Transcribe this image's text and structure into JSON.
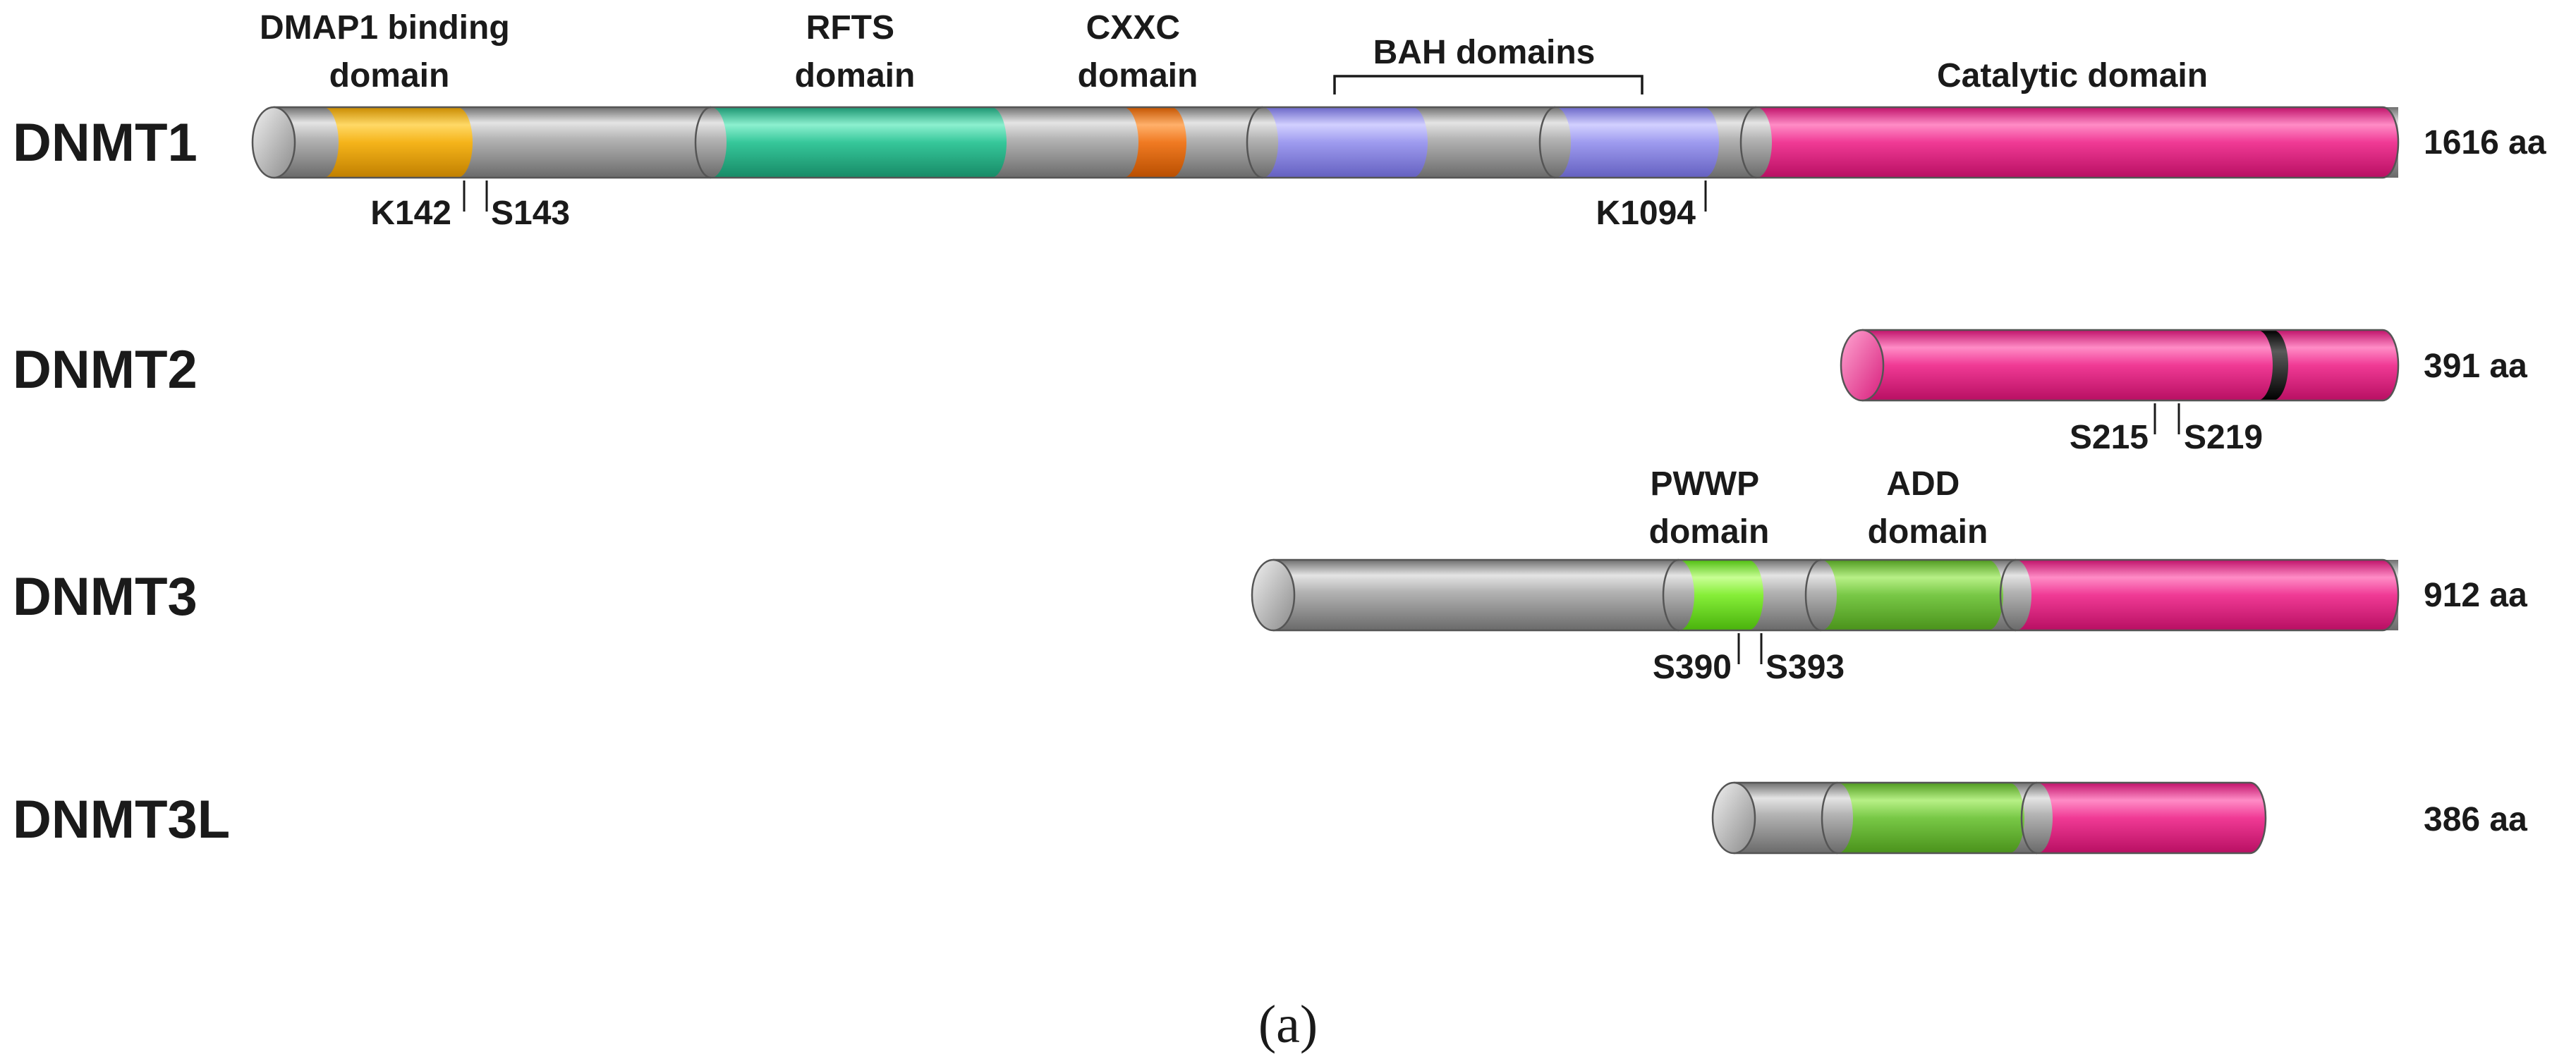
{
  "proteins": [
    {
      "id": "dnmt1",
      "name": "DNMT1",
      "length_label": "1616 aa",
      "domains": [
        {
          "label": [
            "DMAP1 binding",
            "domain"
          ],
          "color": "#f0ae12"
        },
        {
          "label": [
            "RFTS",
            "domain"
          ],
          "color": "#2bb98b"
        },
        {
          "label": [
            "CXXC",
            "domain"
          ],
          "color": "#ec6f16"
        },
        {
          "label": [
            "BAH domains"
          ],
          "color": "#8c89e3"
        },
        {
          "label": [
            "Catalytic domain"
          ],
          "color": "#e82d8a"
        }
      ],
      "sites": [
        "K142",
        "S143",
        "K1094"
      ]
    },
    {
      "id": "dnmt2",
      "name": "DNMT2",
      "length_label": "391 aa",
      "domains": [
        {
          "label": [],
          "color": "#e82d8a"
        }
      ],
      "sites": [
        "S215",
        "S219"
      ]
    },
    {
      "id": "dnmt3",
      "name": "DNMT3",
      "length_label": "912 aa",
      "domains": [
        {
          "label": [
            "PWWP",
            "domain"
          ],
          "color": "#79e32a"
        },
        {
          "label": [
            "ADD",
            "domain"
          ],
          "color": "#6cbe36"
        },
        {
          "label": [],
          "color": "#e82d8a"
        }
      ],
      "sites": [
        "S390",
        "S393"
      ]
    },
    {
      "id": "dnmt3l",
      "name": "DNMT3L",
      "length_label": "386 aa",
      "domains": [
        {
          "label": [],
          "color": "#6cbe36"
        },
        {
          "label": [],
          "color": "#e82d8a"
        }
      ],
      "sites": []
    }
  ],
  "colors": {
    "backbone": "#a9a9a9",
    "black_band": "#111111"
  },
  "panel_label": "(a)"
}
